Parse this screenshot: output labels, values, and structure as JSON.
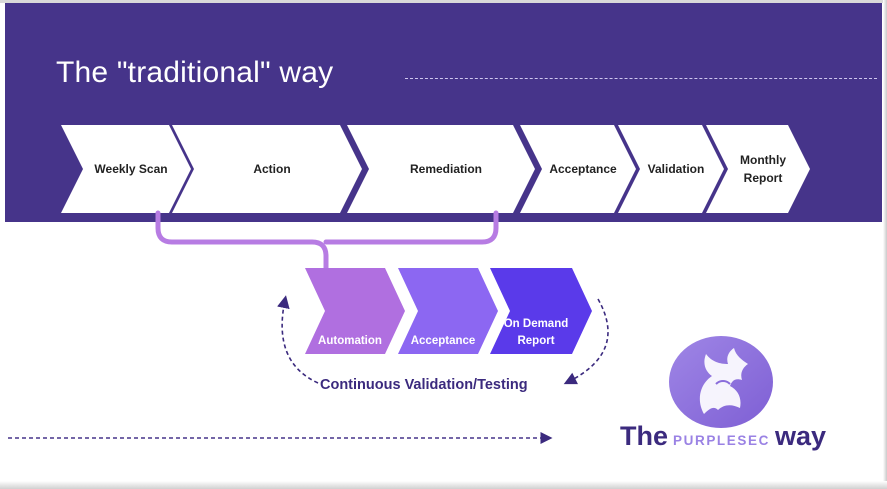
{
  "title": "The \"traditional\" way",
  "traditional_steps": [
    "Weekly Scan",
    "Action",
    "Remediation",
    "Acceptance",
    "Validation",
    "Monthly Report"
  ],
  "purplesec_steps": [
    "Automation",
    "Acceptance",
    "On Demand Report"
  ],
  "cycle_label": "Continuous Validation/Testing",
  "brand": {
    "prefix": "The",
    "name": "PURPLESEC",
    "suffix": "way"
  },
  "colors": {
    "band": "#46348a",
    "automation": "#b06fe0",
    "acceptance": "#8c67f2",
    "on_demand_report": "#5a3aea",
    "bracket": "#b77ce3",
    "logo": "#9b7ddf"
  },
  "icons": {
    "logo": "dragon-icon"
  }
}
